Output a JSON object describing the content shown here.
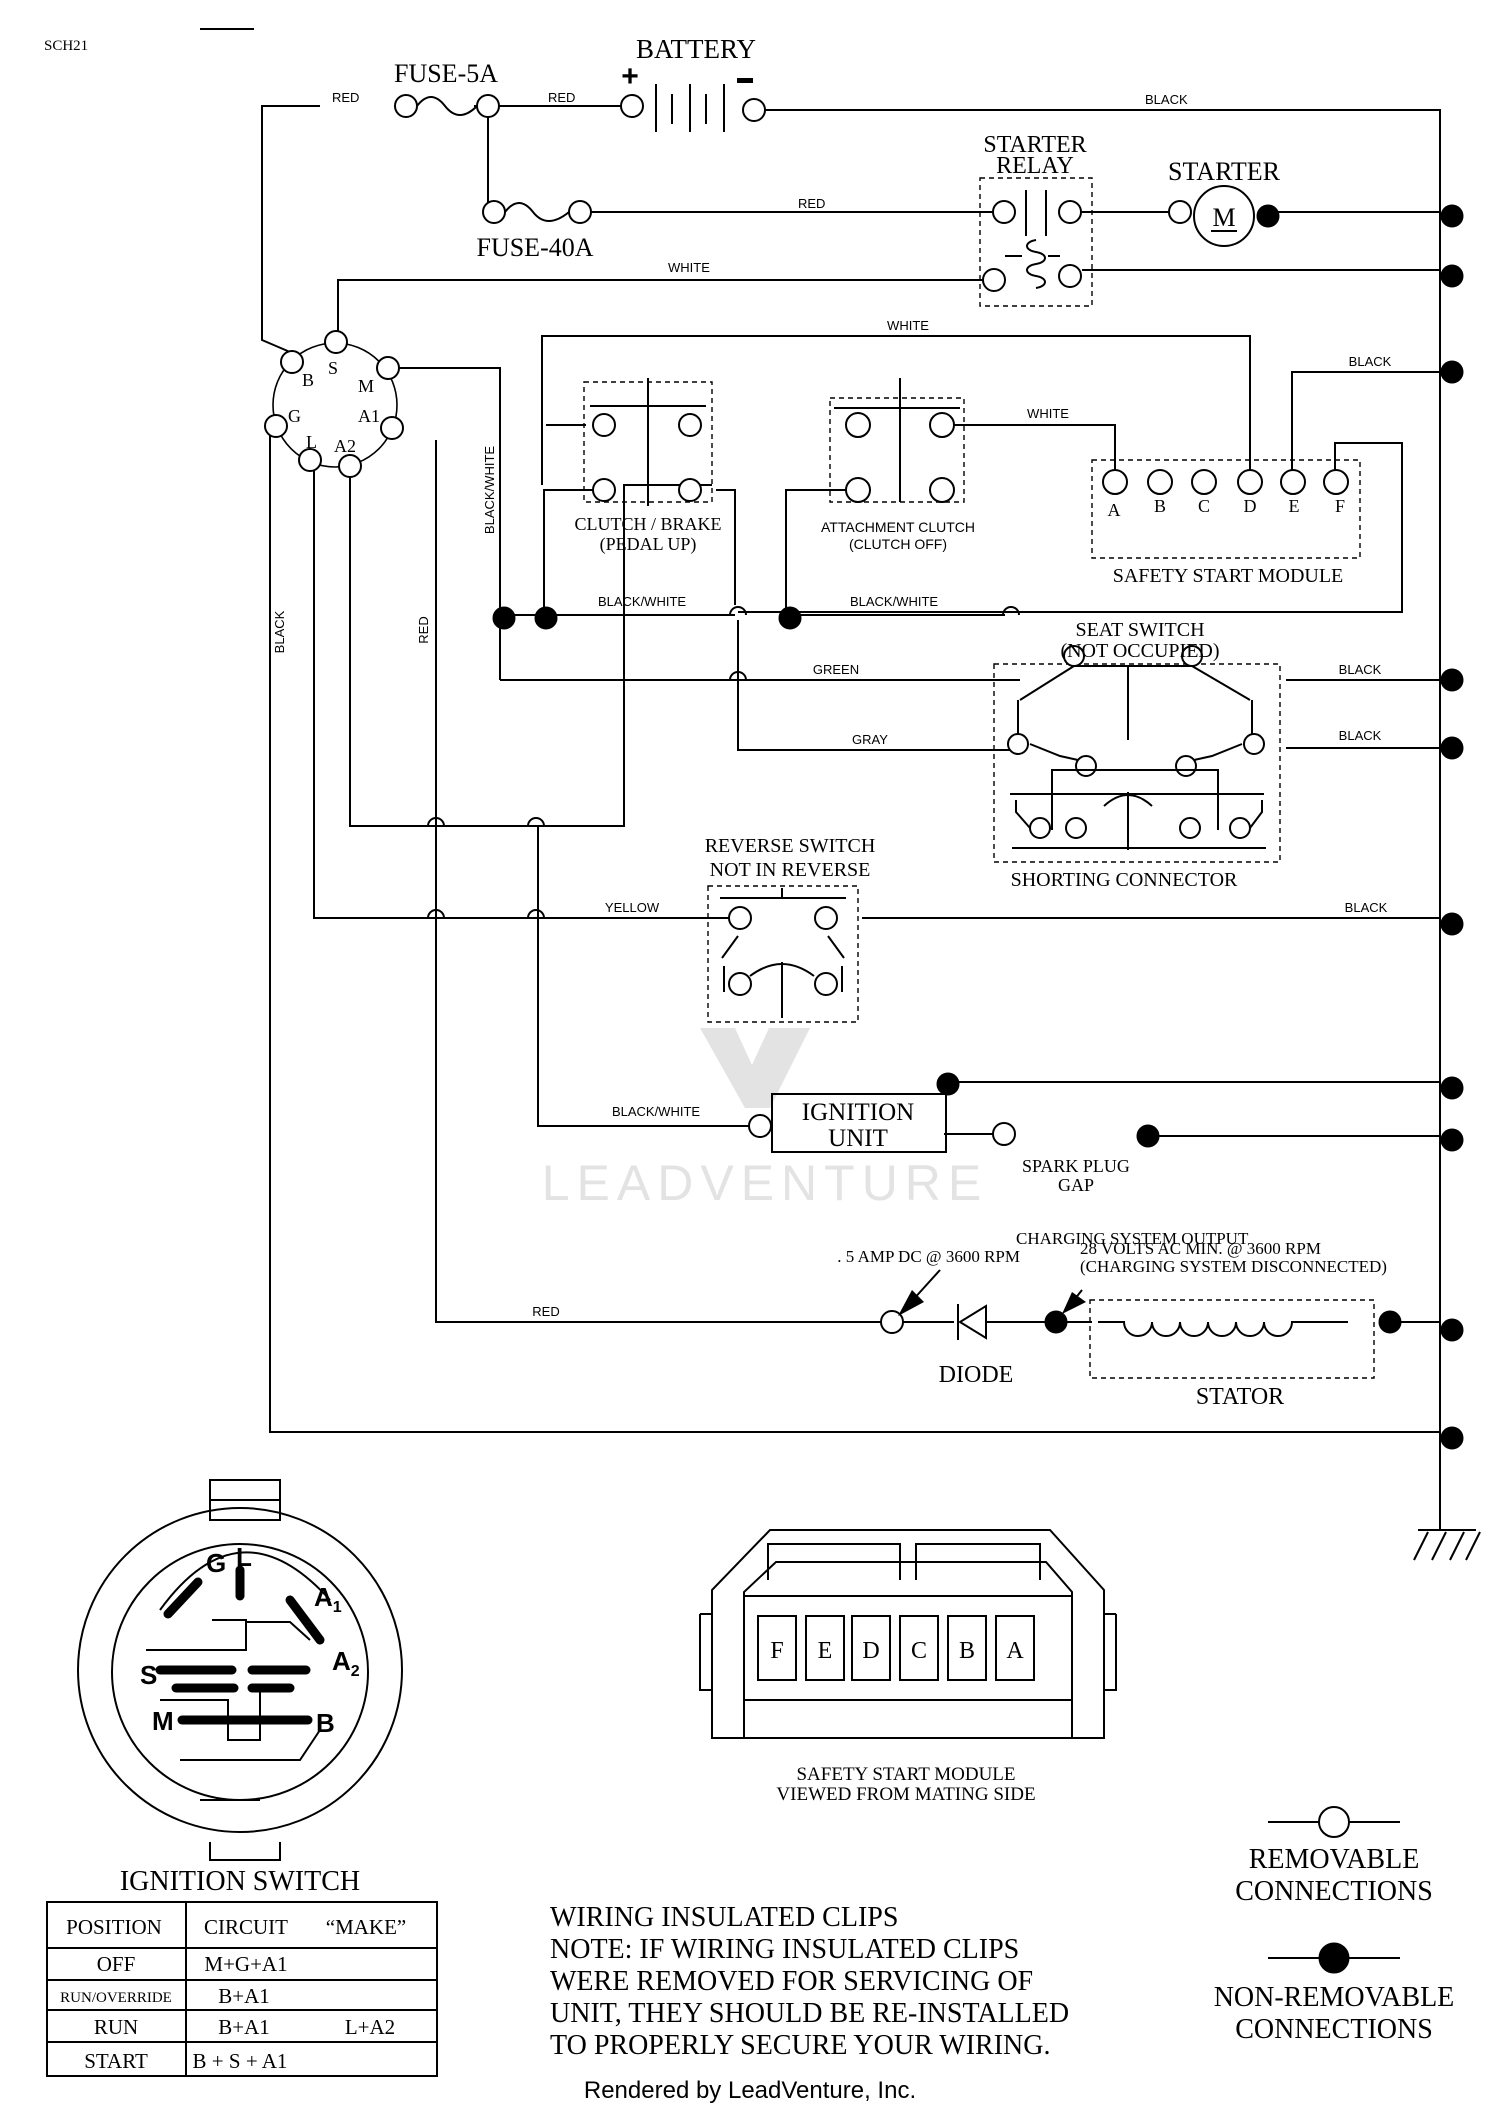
{
  "header": {
    "code": "SCH21"
  },
  "labels": {
    "battery": "BATTERY",
    "fuse_5a": "FUSE-5A",
    "fuse_40a": "FUSE-40A",
    "starter_relay_1": "STARTER",
    "starter_relay_2": "RELAY",
    "starter": "STARTER",
    "motor_symbol": "M",
    "clutch_brake_1": "CLUTCH / BRAKE",
    "clutch_brake_2": "(PEDAL UP)",
    "attachment_clutch_1": "ATTACHMENT CLUTCH",
    "attachment_clutch_2": "(CLUTCH OFF)",
    "safety_start_module": "SAFETY START MODULE",
    "seat_switch_1": "SEAT SWITCH",
    "seat_switch_2": "(NOT OCCUPIED)",
    "shorting_connector": "SHORTING CONNECTOR",
    "reverse_switch_1": "REVERSE SWITCH",
    "reverse_switch_2": "NOT IN REVERSE",
    "ignition_unit_1": "IGNITION",
    "ignition_unit_2": "UNIT",
    "spark_plug_1": "SPARK PLUG",
    "spark_plug_2": "GAP",
    "charging_output_1": "CHARGING SYSTEM OUTPUT",
    "charging_output_2": ". 5 AMP DC @ 3600 RPM",
    "stator_voltage_1": "28 VOLTS AC MIN. @ 3600 RPM",
    "stator_voltage_2": "(CHARGING SYSTEM DISCONNECTED)",
    "diode": "DIODE",
    "stator": "STATOR",
    "module_pins": [
      "A",
      "B",
      "C",
      "D",
      "E",
      "F"
    ],
    "ignition_terminals": {
      "B": "B",
      "S": "S",
      "M": "M",
      "G": "G",
      "A1": "A1",
      "L": "L",
      "A2": "A2"
    }
  },
  "wire_labels": {
    "red_1": "RED",
    "red_2": "RED",
    "black_top": "BLACK",
    "red_relay": "RED",
    "white_relay": "WHITE",
    "white_module_top": "WHITE",
    "black_module_e": "BLACK",
    "white_module_a": "WHITE",
    "black_white_vertical": "BLACK/WHITE",
    "black_white_1": "BLACK/WHITE",
    "black_white_2": "BLACK/WHITE",
    "green": "GREEN",
    "gray": "GRAY",
    "black_seat_1": "BLACK",
    "black_seat_2": "BLACK",
    "black_vertical": "BLACK",
    "red_vertical": "RED",
    "yellow": "YELLOW",
    "black_reverse": "BLACK",
    "black_white_ignition": "BLACK/WHITE",
    "red_charging": "RED"
  },
  "ignition_switch": {
    "title": "IGNITION SWITCH",
    "face_letters": {
      "G": "G",
      "L": "L",
      "A1": "A",
      "A1_sub": "1",
      "A2": "A",
      "A2_sub": "2",
      "S": "S",
      "M": "M",
      "B": "B"
    },
    "table": {
      "headers": [
        "POSITION",
        "CIRCUIT",
        "“MAKE”"
      ],
      "rows": [
        {
          "position": "OFF",
          "circuit": "M+G+A1",
          "make": ""
        },
        {
          "position": "RUN/OVERRIDE",
          "circuit": "B+A1",
          "make": ""
        },
        {
          "position": "RUN",
          "circuit": "B+A1",
          "make": "L+A2"
        },
        {
          "position": "START",
          "circuit": "B + S + A1",
          "make": ""
        }
      ]
    }
  },
  "module_view": {
    "pins": [
      "F",
      "E",
      "D",
      "C",
      "B",
      "A"
    ],
    "caption_1": "SAFETY START MODULE",
    "caption_2": "VIEWED FROM MATING SIDE"
  },
  "note": {
    "title": "WIRING INSULATED CLIPS",
    "lines": [
      "NOTE:  IF WIRING INSULATED CLIPS",
      "WERE REMOVED FOR SERVICING OF",
      "UNIT, THEY SHOULD BE RE-INSTALLED",
      "TO PROPERLY SECURE YOUR WIRING."
    ]
  },
  "legend": {
    "removable_1": "REMOVABLE",
    "removable_2": "CONNECTIONS",
    "nonremovable_1": "NON-REMOVABLE",
    "nonremovable_2": "CONNECTIONS"
  },
  "watermark": {
    "text": "LEADVENTURE"
  },
  "footer": {
    "credit": "Rendered by LeadVenture, Inc."
  }
}
